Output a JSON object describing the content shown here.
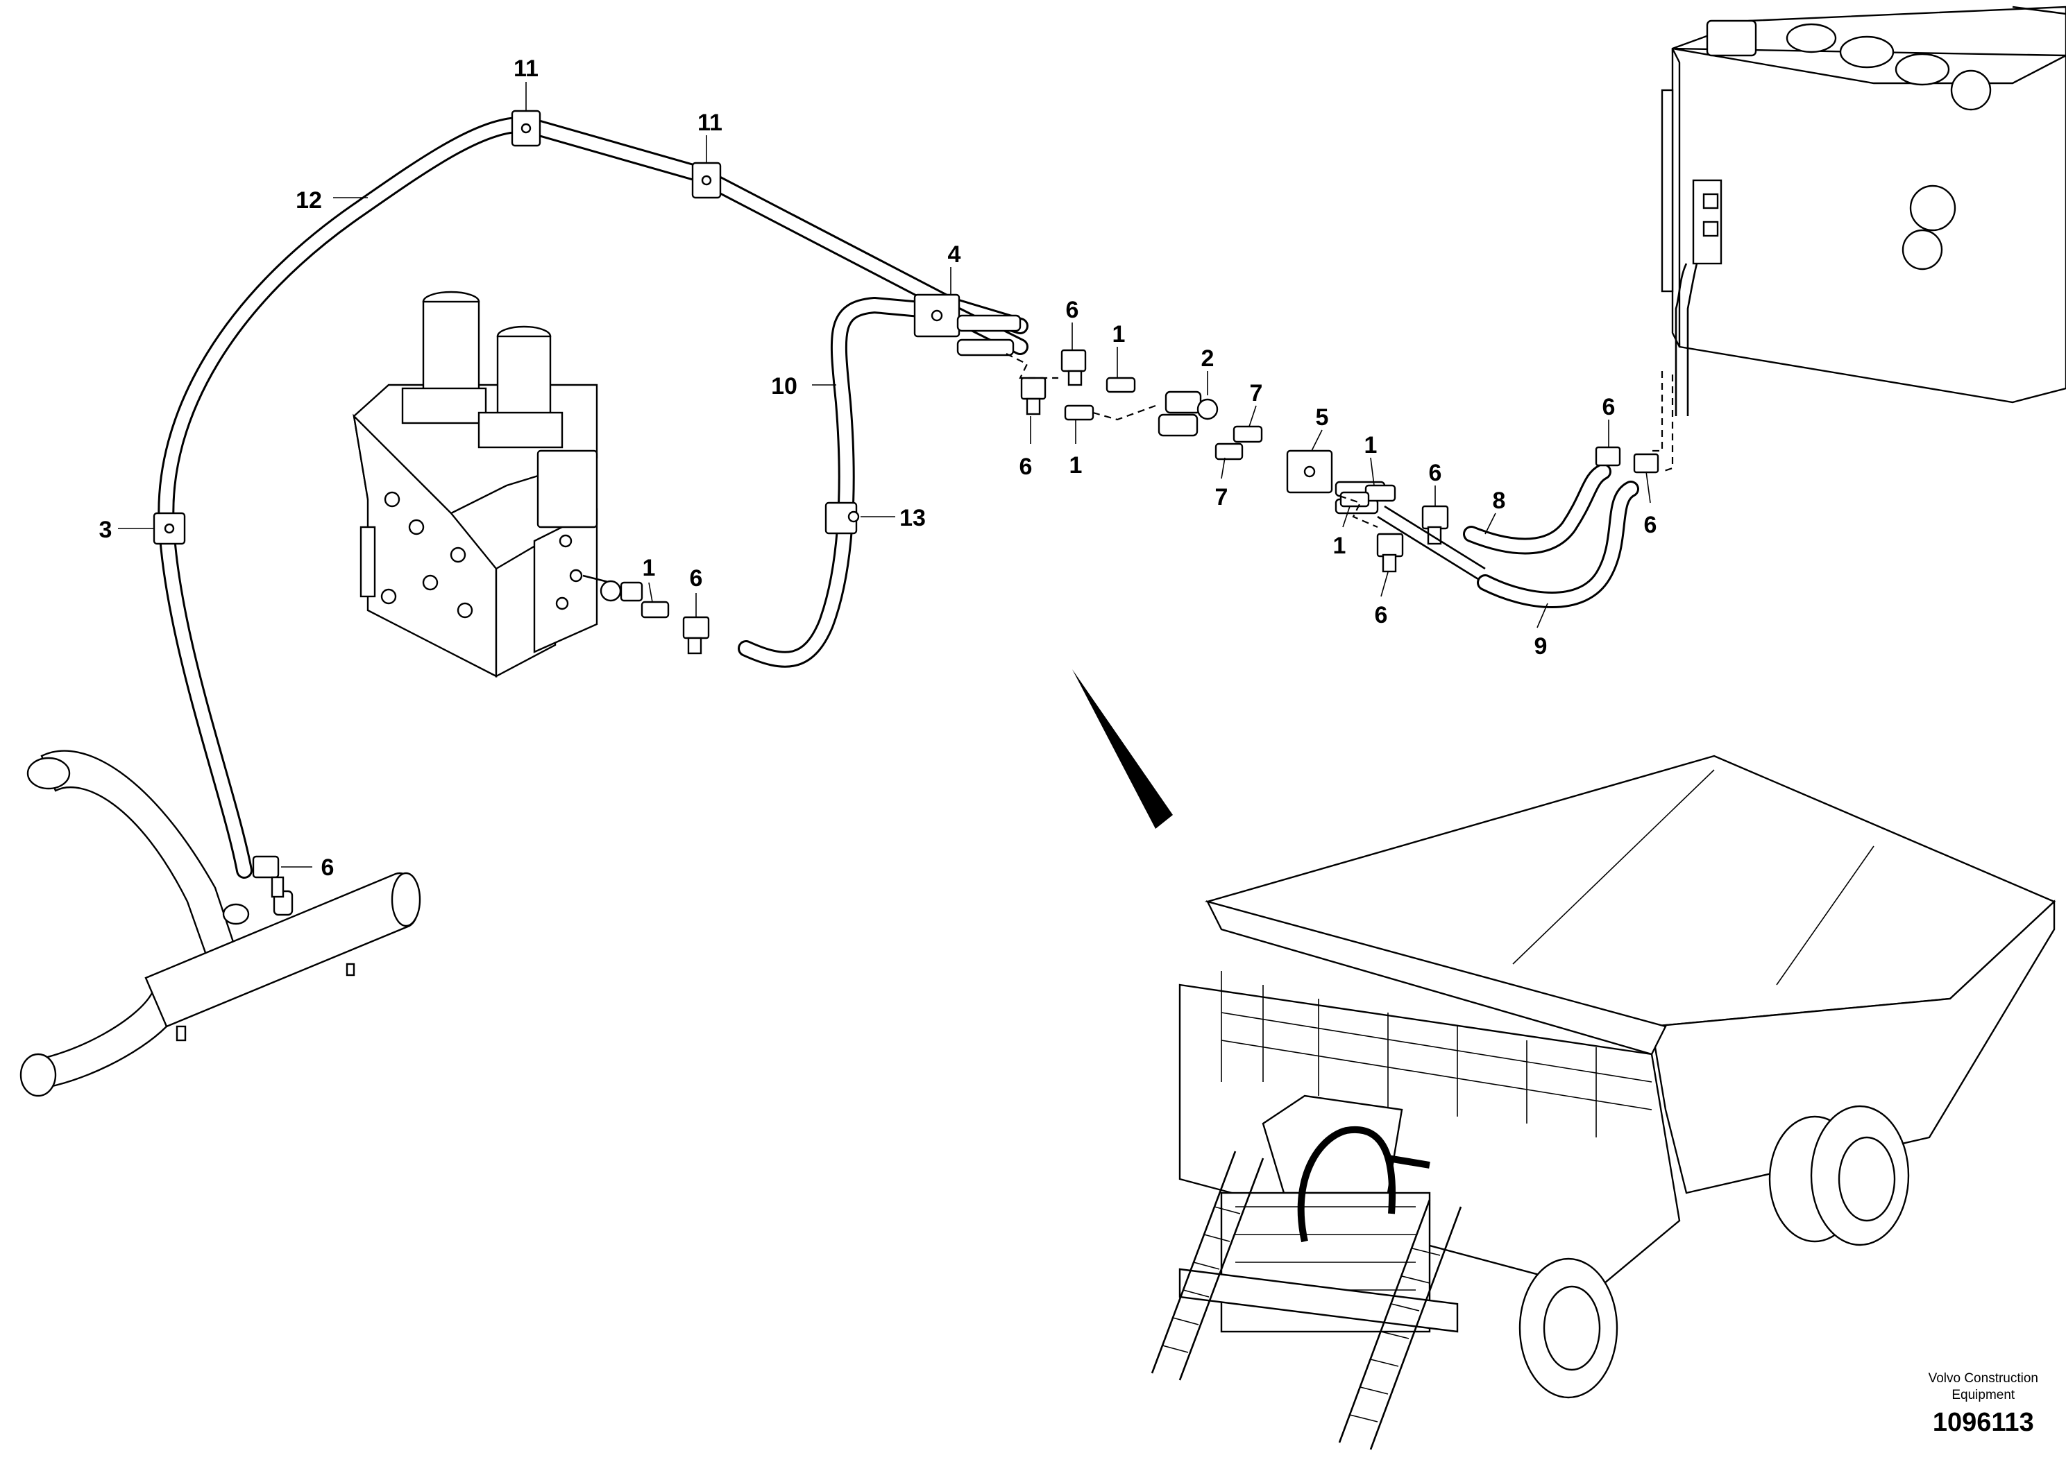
{
  "callouts": [
    {
      "id": "c11a",
      "label": "11"
    },
    {
      "id": "c11b",
      "label": "11"
    },
    {
      "id": "c12",
      "label": "12"
    },
    {
      "id": "c4",
      "label": "4"
    },
    {
      "id": "c6a",
      "label": "6"
    },
    {
      "id": "c1a",
      "label": "1"
    },
    {
      "id": "c2",
      "label": "2"
    },
    {
      "id": "c7a",
      "label": "7"
    },
    {
      "id": "c5",
      "label": "5"
    },
    {
      "id": "c1b",
      "label": "1"
    },
    {
      "id": "c6b",
      "label": "6"
    },
    {
      "id": "c6c",
      "label": "6"
    },
    {
      "id": "c10",
      "label": "10"
    },
    {
      "id": "c6d",
      "label": "6"
    },
    {
      "id": "c1c",
      "label": "1"
    },
    {
      "id": "c7b",
      "label": "7"
    },
    {
      "id": "c8",
      "label": "8"
    },
    {
      "id": "c6e",
      "label": "6"
    },
    {
      "id": "c3",
      "label": "3"
    },
    {
      "id": "c13",
      "label": "13"
    },
    {
      "id": "c1d",
      "label": "1"
    },
    {
      "id": "c6f",
      "label": "6"
    },
    {
      "id": "c1e",
      "label": "1"
    },
    {
      "id": "c6g",
      "label": "6"
    },
    {
      "id": "c9",
      "label": "9"
    },
    {
      "id": "c6h",
      "label": "6"
    }
  ],
  "footer": {
    "company_line1": "Volvo Construction",
    "company_line2": "Equipment",
    "doc_number": "1096113"
  }
}
